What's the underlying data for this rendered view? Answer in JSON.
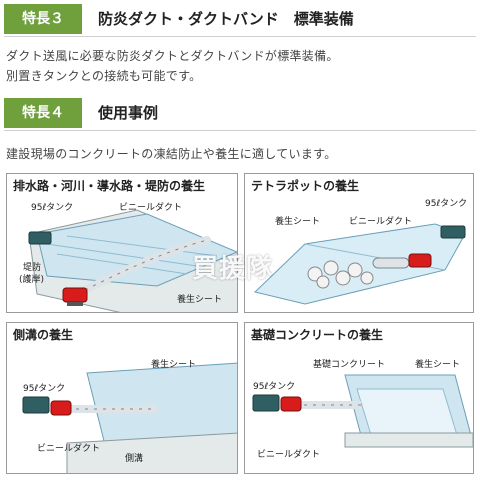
{
  "feature3": {
    "badge": "特長３",
    "title": "防炎ダクト・ダクトバンド　標準装備",
    "desc_line1": "ダクト送風に必要な防炎ダクトとダクトバンドが標準装備。",
    "desc_line2": "別置きタンクとの接続も可能です。"
  },
  "feature4": {
    "badge": "特長４",
    "title": "使用事例",
    "desc": "建設現場のコンクリートの凍結防止や養生に適しています。"
  },
  "panels": {
    "p1": {
      "title": "排水路・河川・導水路・堤防の養生",
      "tank": "95ℓタンク",
      "duct": "ビニールダクト",
      "levee": "堤防",
      "levee_sub": "(護岸)",
      "sheet": "養生シート"
    },
    "p2": {
      "title": "テトラポットの養生",
      "sheet": "養生シート",
      "duct": "ビニールダクト",
      "tank": "95ℓタンク"
    },
    "p3": {
      "title": "側溝の養生",
      "sheet": "養生シート",
      "tank": "95ℓタンク",
      "duct": "ビニールダクト",
      "gutter": "側溝"
    },
    "p4": {
      "title": "基礎コンクリートの養生",
      "concrete": "基礎コンクリート",
      "sheet": "養生シート",
      "tank": "95ℓタンク",
      "duct": "ビニールダクト"
    }
  },
  "watermark": "買援隊",
  "colors": {
    "badge_green": "#6fa03c",
    "heater_red": "#d81c1c",
    "tank_teal": "#2f5f63",
    "sheet_blue": "#bfe0ef"
  }
}
